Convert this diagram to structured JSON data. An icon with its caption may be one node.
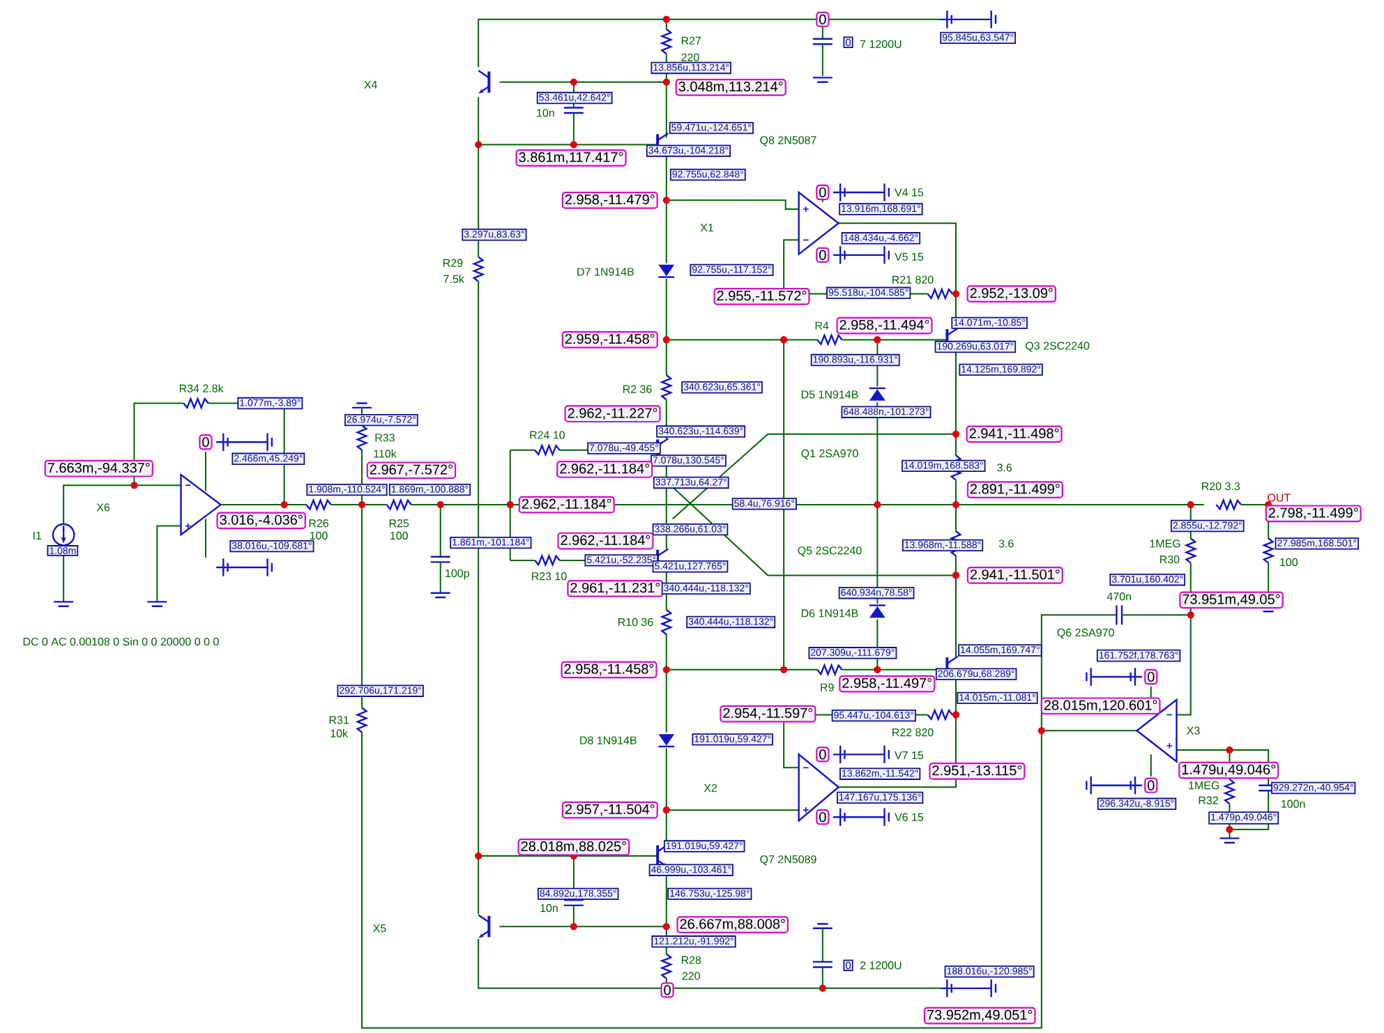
{
  "diagram": {
    "labels": [
      "0",
      "95.845u,63.547°",
      "R27",
      "0",
      "7 1200U",
      "220",
      "13.856u,113.214°",
      "X4",
      "3.048m,113.214°",
      "53.461u,42.642°",
      "10n",
      "59.471u,-124.651°",
      "Q8 2N5087",
      "34.673u,-104.218°",
      "3.861m,117.417°",
      "92.755u,62.848°",
      "2.958,-11.479°",
      "0",
      "V4 15",
      "13.916m,168.691°",
      "X1",
      "3.297u,83.63°",
      "148.434u,-4.662°",
      "0",
      "V5 15",
      "R29",
      "D7 1N914B",
      "92.755u,-117.152°",
      "7.5k",
      "R21 820",
      "95.518u,-104.585°",
      "2.952,-13.09°",
      "2.955,-11.572°",
      "14.071m,-10.85°",
      "R4",
      "2.958,-11.494°",
      "2.959,-11.458°",
      "Q3 2SC2240",
      "190.269u,63.017°",
      "190.893u,-116.931°",
      "14.125m,169.892°",
      "340.623u,65.361°",
      "R2 36",
      "D5 1N914B",
      "R34 2.8k",
      "1.077m,-3.89°",
      "648.488n,-101.273°",
      "2.962,-11.227°",
      "26.974u,-7.572°",
      "340.623u,-114.639°",
      "2.941,-11.498°",
      "R24 10",
      "R33",
      "0",
      "7.078u,-49.455°",
      "Q1 2SA970",
      "7.078u,130.545°",
      "2.466m,45.249°",
      "14.019m,168.583°",
      "2.962,-11.184°",
      "3.6",
      "110k",
      "7.663m,-94.337°",
      "2.967,-7.572°",
      "337.713u,64.27°",
      "R20 3.3",
      "1.908m,-110.524°",
      "1.869m,-100.888°",
      "2.891,-11.499°",
      "OUT",
      "58.4u,76.916°",
      "2.962,-11.184°",
      "X6",
      "2.798,-11.499°",
      "3.016,-4.036°",
      "R26",
      "R25",
      "2.855u,-12.792°",
      "338.266u,61.03°",
      "100",
      "100",
      "I1",
      "2.962,-11.184°",
      "1.861m,-101.184°",
      "13.968m,-11.588°",
      "3.6",
      "1MEG",
      "27.985m,168.501°",
      "38.016u,-109.681°",
      "1.08m",
      "Q5 2SC2240",
      "R30",
      "100",
      "5.421u,-52.235°",
      "5.421u,127.765°",
      "R23 10",
      "100p",
      "2.941,-11.501°",
      "3.701u,160.402°",
      "2.961,-11.231°",
      "340.444u,-118.132°",
      "640.934n,78.58°",
      "470n",
      "73.951m,49.05°",
      "D6 1N914B",
      "R10 36",
      "340.444u,-118.132°",
      "DC 0 AC 0.00108 0 Sin 0 0 20000 0 0 0",
      "14.055m,169.747°",
      "207.309u,-111.679°",
      "161.752f,178.763°",
      "2.958,-11.458°",
      "Q6 2SA970",
      "206.679u,68.289°",
      "0",
      "2.958,-11.497°",
      "R9",
      "292.706u,171.219°",
      "14.015m,-11.081°",
      "28.015m,120.601°",
      "2.954,-11.597°",
      "95.447u,-104.613°",
      "R31",
      "X3",
      "R22 820",
      "10k",
      "D8 1N914B",
      "191.019u,59.427°",
      "0",
      "V7 15",
      "1.479u,49.046°",
      "2.951,-13.115°",
      "13.862m,-11.542°",
      "0",
      "1MEG",
      "X2",
      "929.272n,-40.954°",
      "147.167u,175.136°",
      "R32",
      "296.342u,-8.915°",
      "100n",
      "2.957,-11.504°",
      "0",
      "V6 15",
      "1.479p,49.046°",
      "28.018m,88.025°",
      "191.019u,59.427°",
      "Q7 2N5089",
      "46.999u,-103.461°",
      "84.892u,178.355°",
      "146.753u,-125.98°",
      "10n",
      "26.667m,88.008°",
      "X5",
      "121.212u,-91.992°",
      "R28",
      "0",
      "2 1200U",
      "188.016u,-120.985°",
      "220",
      "0",
      "73.952m,49.051°"
    ]
  }
}
